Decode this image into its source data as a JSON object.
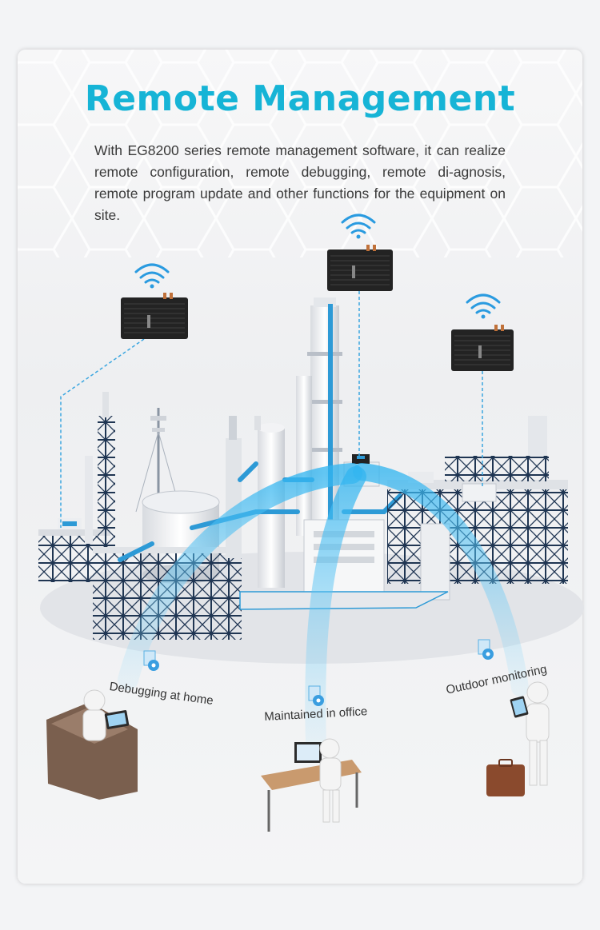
{
  "title": "Remote Management",
  "description": "With EG8200 series remote management software, it can realize remote configuration, remote debugging, remote di-agnosis, remote program update and other functions for the equipment on site.",
  "scenarios": [
    {
      "label": "Debugging at home",
      "icon": "gear-document-icon"
    },
    {
      "label": "Maintained in office",
      "icon": "gear-document-icon"
    },
    {
      "label": "Outdoor monitoring",
      "icon": "gear-document-icon"
    }
  ],
  "devices": [
    {
      "icon": "wifi-icon"
    },
    {
      "icon": "wifi-icon"
    },
    {
      "icon": "wifi-icon"
    }
  ],
  "colors": {
    "accent": "#16b4d6",
    "beam": "#3ab8ee",
    "steel": "#1f3552",
    "device": "#222222"
  }
}
